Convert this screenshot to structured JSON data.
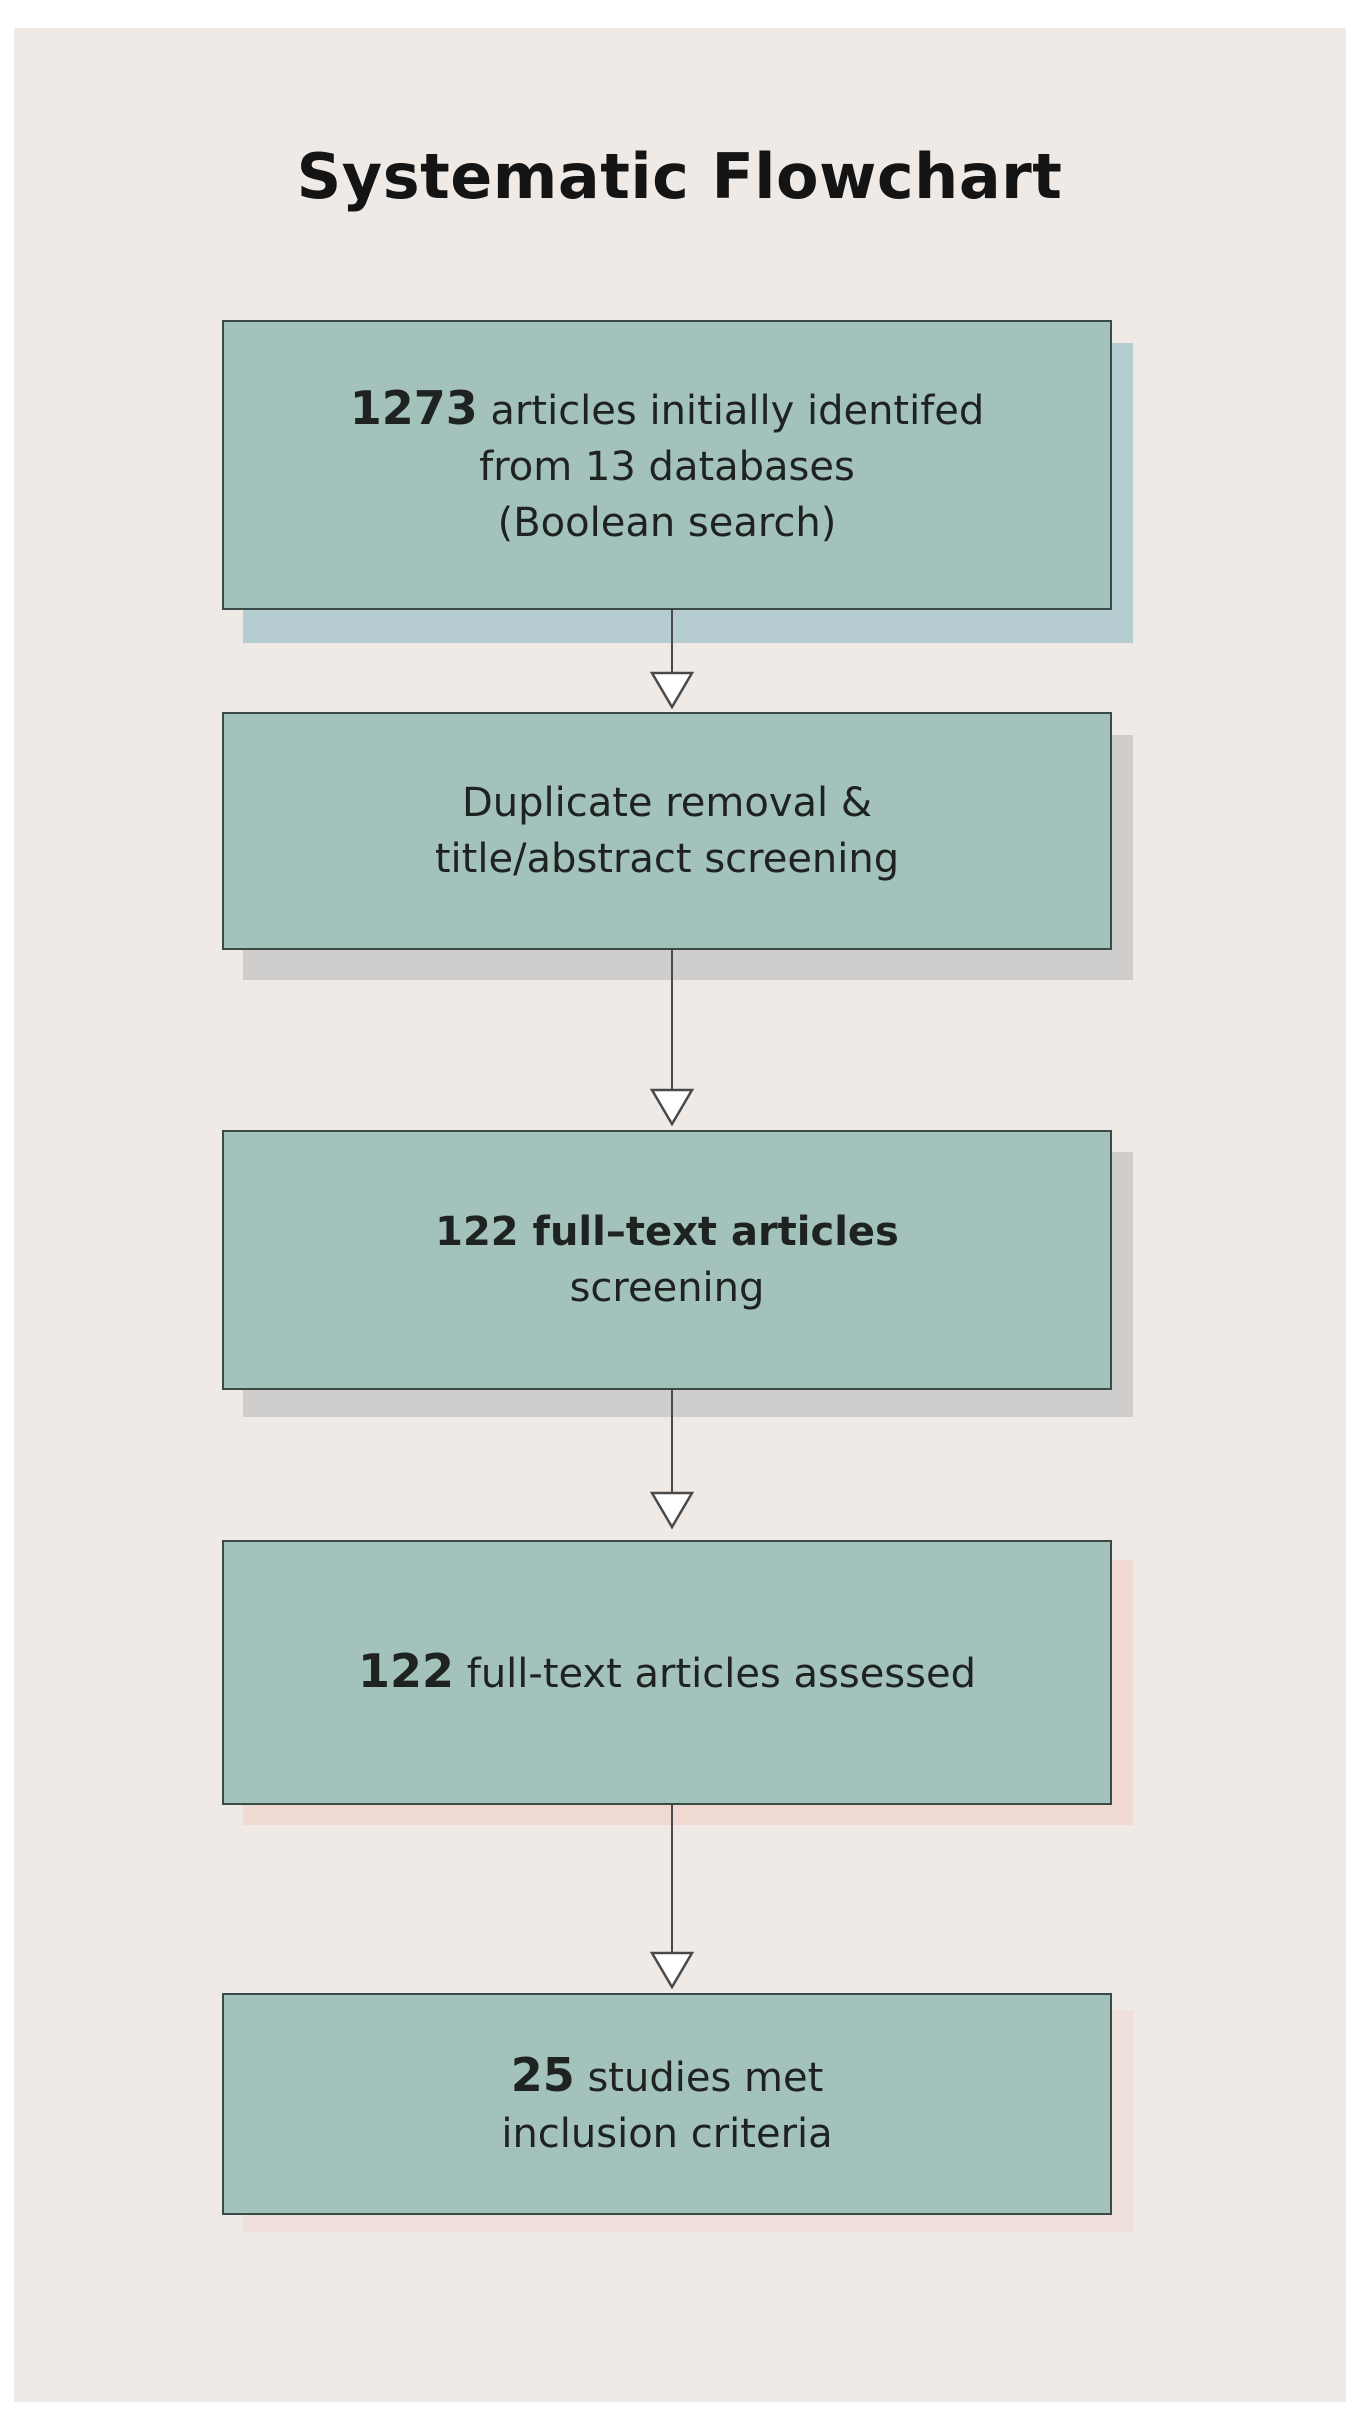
{
  "title": "Systematic Flowchart",
  "colors": {
    "panel_background": "#efeae6",
    "box_fill": "#a4c2bc",
    "box_border": "#3a4a47",
    "shadow_blue": "#b5ccd0",
    "shadow_gray": "#cfcccc",
    "shadow_pink": "#efd9d2"
  },
  "steps": [
    {
      "line1_num": "1273",
      "line1_text": " articles initially identifed",
      "line2": "from 13 databases",
      "line3": "(Boolean search)"
    },
    {
      "line1": "Duplicate removal &",
      "line2": "title/abstract screening"
    },
    {
      "line1": "122 full–text   articles",
      "line2": "screening"
    },
    {
      "line1_num": "122",
      "line1_text": " full-text articles assessed"
    },
    {
      "line1_num": "25",
      "line1_text": " studies met",
      "line2": "inclusion criteria"
    }
  ]
}
